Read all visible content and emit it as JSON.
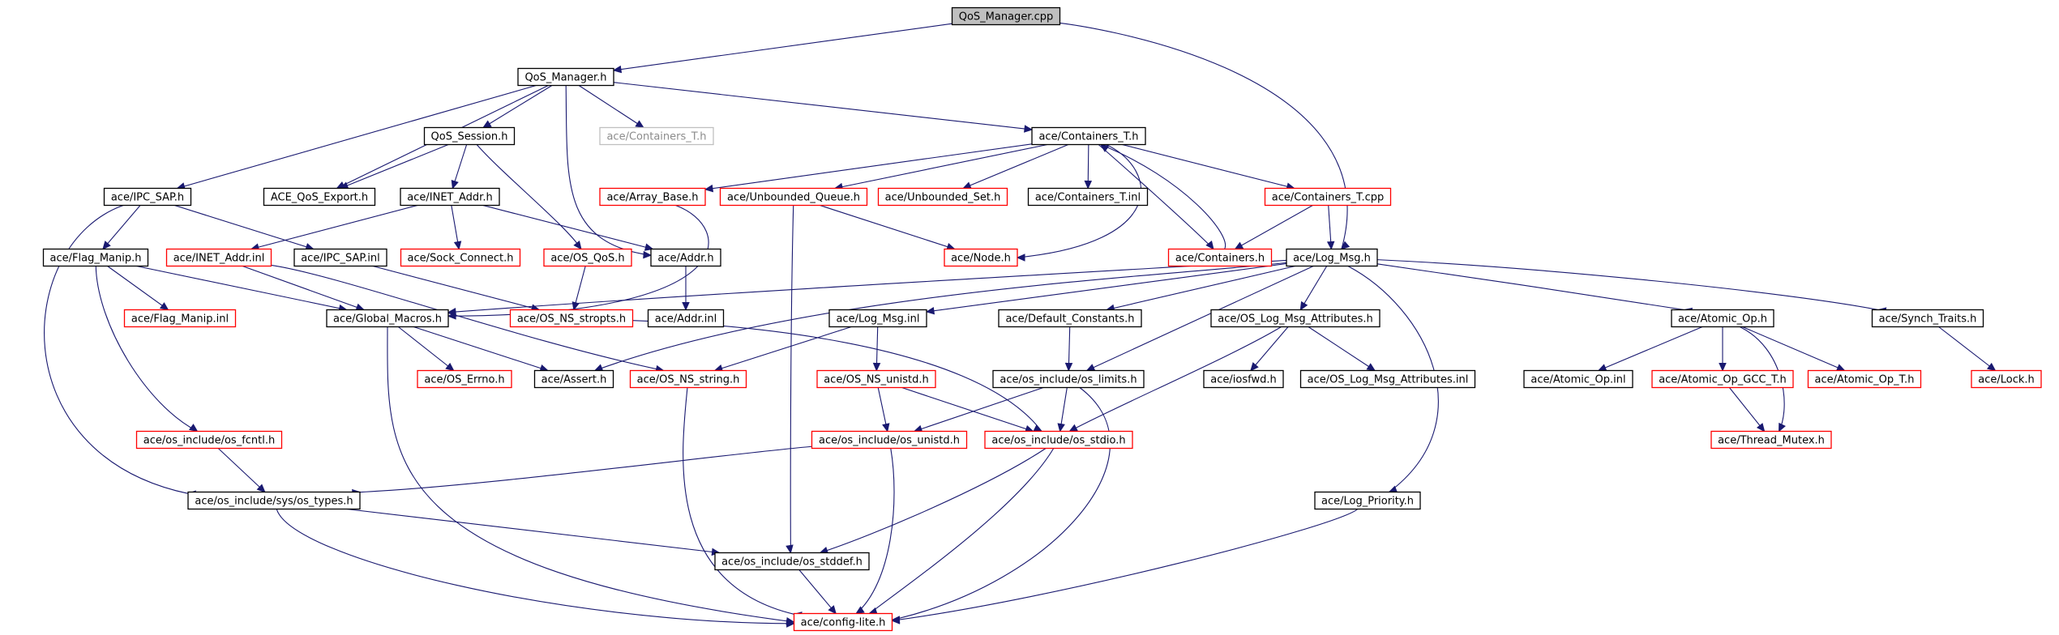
{
  "diagram": {
    "nodes": [
      {
        "id": "qos_manager_cpp",
        "label": "QoS_Manager.cpp",
        "style": "root"
      },
      {
        "id": "qos_manager_h",
        "label": "QoS_Manager.h",
        "style": "black"
      },
      {
        "id": "qos_session_h",
        "label": "QoS_Session.h",
        "style": "black"
      },
      {
        "id": "containers_t_h_gray",
        "label": "ace/Containers_T.h",
        "style": "gray"
      },
      {
        "id": "containers_t_h",
        "label": "ace/Containers_T.h",
        "style": "black"
      },
      {
        "id": "ipc_sap_h",
        "label": "ace/IPC_SAP.h",
        "style": "black"
      },
      {
        "id": "ace_qos_export_h",
        "label": "ACE_QoS_Export.h",
        "style": "black"
      },
      {
        "id": "inet_addr_h",
        "label": "ace/INET_Addr.h",
        "style": "black"
      },
      {
        "id": "array_base_h",
        "label": "ace/Array_Base.h",
        "style": "red"
      },
      {
        "id": "unbounded_queue_h",
        "label": "ace/Unbounded_Queue.h",
        "style": "red"
      },
      {
        "id": "unbounded_set_h",
        "label": "ace/Unbounded_Set.h",
        "style": "red"
      },
      {
        "id": "containers_t_inl",
        "label": "ace/Containers_T.inl",
        "style": "black"
      },
      {
        "id": "containers_t_cpp",
        "label": "ace/Containers_T.cpp",
        "style": "red"
      },
      {
        "id": "flag_manip_h",
        "label": "ace/Flag_Manip.h",
        "style": "black"
      },
      {
        "id": "inet_addr_inl",
        "label": "ace/INET_Addr.inl",
        "style": "red"
      },
      {
        "id": "ipc_sap_inl",
        "label": "ace/IPC_SAP.inl",
        "style": "black"
      },
      {
        "id": "sock_connect_h",
        "label": "ace/Sock_Connect.h",
        "style": "red"
      },
      {
        "id": "os_qos_h",
        "label": "ace/OS_QoS.h",
        "style": "red"
      },
      {
        "id": "addr_h",
        "label": "ace/Addr.h",
        "style": "black"
      },
      {
        "id": "node_h",
        "label": "ace/Node.h",
        "style": "red"
      },
      {
        "id": "containers_h",
        "label": "ace/Containers.h",
        "style": "red"
      },
      {
        "id": "log_msg_h",
        "label": "ace/Log_Msg.h",
        "style": "black"
      },
      {
        "id": "flag_manip_inl",
        "label": "ace/Flag_Manip.inl",
        "style": "red"
      },
      {
        "id": "global_macros_h",
        "label": "ace/Global_Macros.h",
        "style": "black"
      },
      {
        "id": "os_ns_stropts_h",
        "label": "ace/OS_NS_stropts.h",
        "style": "red"
      },
      {
        "id": "addr_inl",
        "label": "ace/Addr.inl",
        "style": "black"
      },
      {
        "id": "log_msg_inl",
        "label": "ace/Log_Msg.inl",
        "style": "black"
      },
      {
        "id": "default_constants_h",
        "label": "ace/Default_Constants.h",
        "style": "black"
      },
      {
        "id": "os_log_msg_attributes_h",
        "label": "ace/OS_Log_Msg_Attributes.h",
        "style": "black"
      },
      {
        "id": "atomic_op_h",
        "label": "ace/Atomic_Op.h",
        "style": "black"
      },
      {
        "id": "synch_traits_h",
        "label": "ace/Synch_Traits.h",
        "style": "black"
      },
      {
        "id": "os_errno_h",
        "label": "ace/OS_Errno.h",
        "style": "red"
      },
      {
        "id": "assert_h",
        "label": "ace/Assert.h",
        "style": "black"
      },
      {
        "id": "os_ns_string_h",
        "label": "ace/OS_NS_string.h",
        "style": "red"
      },
      {
        "id": "os_ns_unistd_h",
        "label": "ace/OS_NS_unistd.h",
        "style": "red"
      },
      {
        "id": "os_limits_h",
        "label": "ace/os_include/os_limits.h",
        "style": "black"
      },
      {
        "id": "iosfwd_h",
        "label": "ace/iosfwd.h",
        "style": "black"
      },
      {
        "id": "os_log_msg_attributes_inl",
        "label": "ace/OS_Log_Msg_Attributes.inl",
        "style": "black"
      },
      {
        "id": "atomic_op_inl",
        "label": "ace/Atomic_Op.inl",
        "style": "black"
      },
      {
        "id": "atomic_op_gcc_t_h",
        "label": "ace/Atomic_Op_GCC_T.h",
        "style": "red"
      },
      {
        "id": "atomic_op_t_h",
        "label": "ace/Atomic_Op_T.h",
        "style": "red"
      },
      {
        "id": "lock_h",
        "label": "ace/Lock.h",
        "style": "red"
      },
      {
        "id": "os_fcntl_h",
        "label": "ace/os_include/os_fcntl.h",
        "style": "red"
      },
      {
        "id": "os_unistd_h",
        "label": "ace/os_include/os_unistd.h",
        "style": "red"
      },
      {
        "id": "os_stdio_h",
        "label": "ace/os_include/os_stdio.h",
        "style": "red"
      },
      {
        "id": "thread_mutex_h",
        "label": "ace/Thread_Mutex.h",
        "style": "red"
      },
      {
        "id": "os_types_h",
        "label": "ace/os_include/sys/os_types.h",
        "style": "black"
      },
      {
        "id": "log_priority_h",
        "label": "ace/Log_Priority.h",
        "style": "black"
      },
      {
        "id": "os_stddef_h",
        "label": "ace/os_include/os_stddef.h",
        "style": "black"
      },
      {
        "id": "config_lite_h",
        "label": "ace/config-lite.h",
        "style": "red"
      }
    ],
    "edges": [
      [
        "qos_manager_cpp",
        "qos_manager_h"
      ],
      [
        "qos_manager_cpp",
        "log_msg_h"
      ],
      [
        "qos_manager_h",
        "ipc_sap_h"
      ],
      [
        "qos_manager_h",
        "ace_qos_export_h"
      ],
      [
        "qos_manager_h",
        "qos_session_h"
      ],
      [
        "qos_manager_h",
        "containers_t_h_gray"
      ],
      [
        "qos_manager_h",
        "containers_t_h"
      ],
      [
        "qos_manager_h",
        "addr_h"
      ],
      [
        "qos_session_h",
        "ace_qos_export_h"
      ],
      [
        "qos_session_h",
        "inet_addr_h"
      ],
      [
        "qos_session_h",
        "os_qos_h"
      ],
      [
        "containers_t_h",
        "array_base_h"
      ],
      [
        "containers_t_h",
        "unbounded_queue_h"
      ],
      [
        "containers_t_h",
        "unbounded_set_h"
      ],
      [
        "containers_t_h",
        "containers_t_inl"
      ],
      [
        "containers_t_h",
        "containers_t_cpp"
      ],
      [
        "containers_t_h",
        "node_h"
      ],
      [
        "containers_t_h",
        "containers_h"
      ],
      [
        "containers_h",
        "containers_t_h"
      ],
      [
        "containers_t_cpp",
        "containers_h"
      ],
      [
        "containers_t_cpp",
        "log_msg_h"
      ],
      [
        "unbounded_queue_h",
        "node_h"
      ],
      [
        "unbounded_queue_h",
        "os_stddef_h"
      ],
      [
        "array_base_h",
        "global_macros_h"
      ],
      [
        "ipc_sap_h",
        "flag_manip_h"
      ],
      [
        "ipc_sap_h",
        "ipc_sap_inl"
      ],
      [
        "ipc_sap_h",
        "os_types_h"
      ],
      [
        "inet_addr_h",
        "inet_addr_inl"
      ],
      [
        "inet_addr_h",
        "sock_connect_h"
      ],
      [
        "inet_addr_h",
        "addr_h"
      ],
      [
        "inet_addr_inl",
        "global_macros_h"
      ],
      [
        "inet_addr_inl",
        "os_ns_string_h"
      ],
      [
        "ipc_sap_inl",
        "os_ns_stropts_h"
      ],
      [
        "os_qos_h",
        "os_ns_stropts_h"
      ],
      [
        "addr_h",
        "addr_inl"
      ],
      [
        "flag_manip_h",
        "flag_manip_inl"
      ],
      [
        "flag_manip_h",
        "global_macros_h"
      ],
      [
        "flag_manip_h",
        "os_fcntl_h"
      ],
      [
        "global_macros_h",
        "os_errno_h"
      ],
      [
        "global_macros_h",
        "assert_h"
      ],
      [
        "global_macros_h",
        "config_lite_h"
      ],
      [
        "os_ns_stropts_h",
        "os_stdio_h"
      ],
      [
        "log_msg_h",
        "global_macros_h"
      ],
      [
        "log_msg_h",
        "assert_h"
      ],
      [
        "log_msg_h",
        "log_msg_inl"
      ],
      [
        "log_msg_h",
        "default_constants_h"
      ],
      [
        "log_msg_h",
        "os_log_msg_attributes_h"
      ],
      [
        "log_msg_h",
        "os_limits_h"
      ],
      [
        "log_msg_h",
        "atomic_op_h"
      ],
      [
        "log_msg_h",
        "synch_traits_h"
      ],
      [
        "log_msg_h",
        "log_priority_h"
      ],
      [
        "log_msg_inl",
        "os_ns_string_h"
      ],
      [
        "log_msg_inl",
        "os_ns_unistd_h"
      ],
      [
        "default_constants_h",
        "os_limits_h"
      ],
      [
        "os_log_msg_attributes_h",
        "iosfwd_h"
      ],
      [
        "os_log_msg_attributes_h",
        "os_log_msg_attributes_inl"
      ],
      [
        "os_log_msg_attributes_h",
        "os_stdio_h"
      ],
      [
        "atomic_op_h",
        "atomic_op_inl"
      ],
      [
        "atomic_op_h",
        "atomic_op_gcc_t_h"
      ],
      [
        "atomic_op_h",
        "atomic_op_t_h"
      ],
      [
        "atomic_op_h",
        "thread_mutex_h"
      ],
      [
        "atomic_op_gcc_t_h",
        "thread_mutex_h"
      ],
      [
        "synch_traits_h",
        "lock_h"
      ],
      [
        "os_ns_string_h",
        "config_lite_h"
      ],
      [
        "os_ns_unistd_h",
        "os_unistd_h"
      ],
      [
        "os_ns_unistd_h",
        "os_stdio_h"
      ],
      [
        "os_limits_h",
        "os_unistd_h"
      ],
      [
        "os_limits_h",
        "os_stdio_h"
      ],
      [
        "os_limits_h",
        "config_lite_h"
      ],
      [
        "os_unistd_h",
        "os_types_h"
      ],
      [
        "os_unistd_h",
        "config_lite_h"
      ],
      [
        "os_stdio_h",
        "os_stddef_h"
      ],
      [
        "os_stdio_h",
        "config_lite_h"
      ],
      [
        "os_fcntl_h",
        "os_types_h"
      ],
      [
        "os_types_h",
        "os_stddef_h"
      ],
      [
        "os_types_h",
        "config_lite_h"
      ],
      [
        "os_stddef_h",
        "config_lite_h"
      ],
      [
        "log_priority_h",
        "config_lite_h"
      ]
    ]
  }
}
